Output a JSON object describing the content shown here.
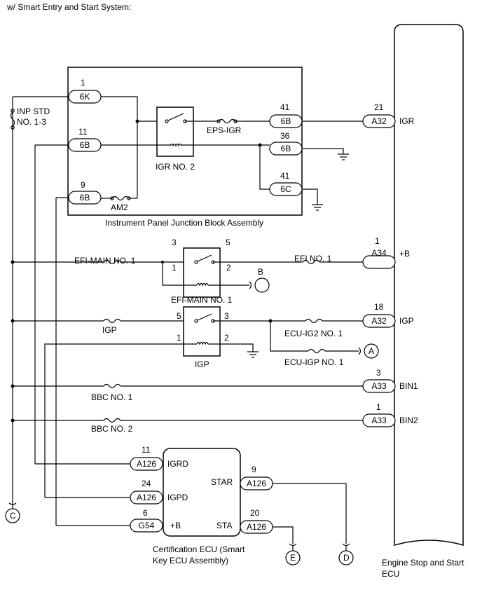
{
  "header": {
    "title": "w/ Smart Entry and Start System:"
  },
  "components": {
    "ij_block": "Instrument Panel Junction Block Assembly",
    "inp_std_line1": "INP STD",
    "inp_std_line2": "NO. 1-3",
    "igr_relay": "IGR NO. 2",
    "eps_igr": "EPS-IGR",
    "am2": "AM2",
    "efi_main_fuse": "EFI-MAIN NO. 1",
    "efi_main_relay": "EFI-MAIN NO. 1",
    "efi_no1": "EFI NO. 1",
    "igp_fuse": "IGP",
    "igp_relay": "IGP",
    "ecu_ig2": "ECU-IG2 NO. 1",
    "ecu_igp": "ECU-IGP NO. 1",
    "bbc1": "BBC NO. 1",
    "bbc2": "BBC NO. 2",
    "cert_ecu_line1": "Certification ECU (Smart",
    "cert_ecu_line2": "Key ECU Assembly)",
    "engine_ecu_line1": "Engine Stop and Start",
    "engine_ecu_line2": "ECU"
  },
  "connectors": {
    "c6k": {
      "pin": "1",
      "code": "6K"
    },
    "c6b_11": {
      "pin": "11",
      "code": "6B"
    },
    "c6b_9": {
      "pin": "9",
      "code": "6B"
    },
    "c6b_41": {
      "pin": "41",
      "code": "6B"
    },
    "c6b_36": {
      "pin": "36",
      "code": "6B"
    },
    "c6c_41": {
      "pin": "41",
      "code": "6C"
    },
    "a32_21": {
      "pin": "21",
      "code": "A32",
      "signal": "IGR"
    },
    "a34_1": {
      "pin": "1",
      "code": "A34",
      "signal": "+B"
    },
    "a32_18": {
      "pin": "18",
      "code": "A32",
      "signal": "IGP"
    },
    "a33_3": {
      "pin": "3",
      "code": "A33",
      "signal": "BIN1"
    },
    "a33_1": {
      "pin": "1",
      "code": "A33",
      "signal": "BIN2"
    },
    "a126_11": {
      "pin": "11",
      "code": "A126",
      "signal": "IGRD"
    },
    "a126_24": {
      "pin": "24",
      "code": "A126",
      "signal": "IGPD"
    },
    "g54_6": {
      "pin": "6",
      "code": "G54",
      "signal": "+B"
    },
    "a126_9": {
      "pin": "9",
      "code": "A126",
      "signal": "STAR"
    },
    "a126_20": {
      "pin": "20",
      "code": "A126",
      "signal": "STA"
    }
  },
  "relay_pins": {
    "efi": {
      "p3": "3",
      "p5": "5",
      "p1": "1",
      "p2": "2"
    },
    "igp": {
      "p5": "5",
      "p3": "3",
      "p1": "1",
      "p2": "2"
    }
  },
  "refs": {
    "a": "A",
    "b": "B",
    "c": "C",
    "d": "D",
    "e": "E"
  }
}
